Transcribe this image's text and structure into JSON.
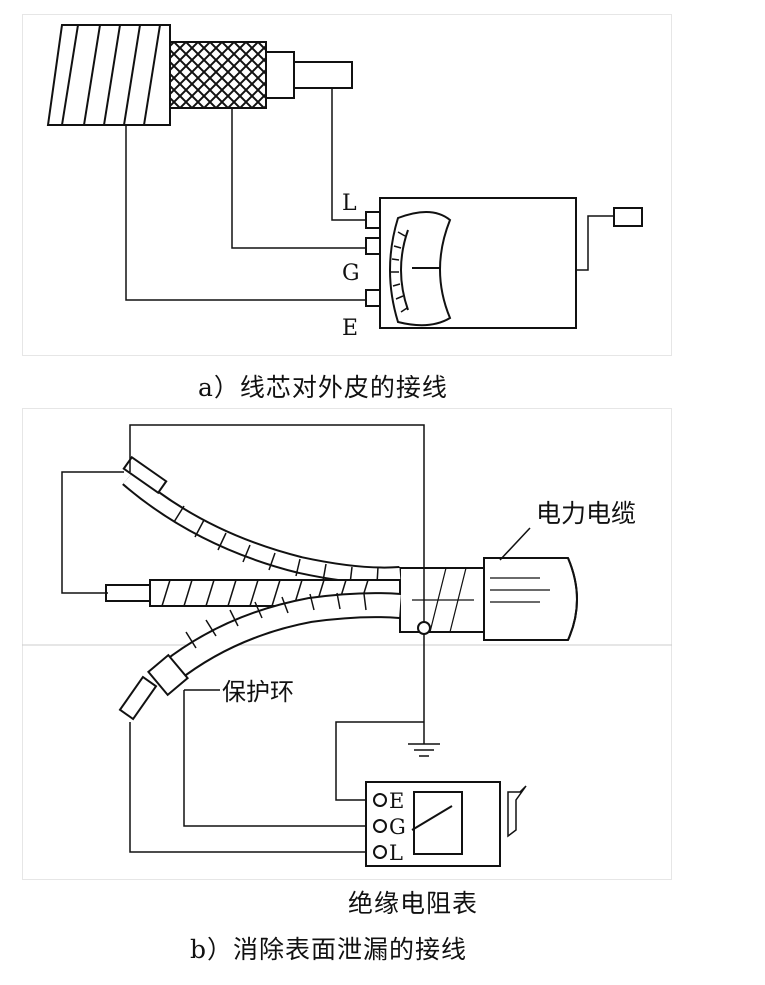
{
  "figure_a": {
    "labels": {
      "terminal_l": "L",
      "terminal_g": "G",
      "terminal_e": "E"
    },
    "caption": "a）线芯对外皮的接线"
  },
  "figure_b": {
    "labels": {
      "power_cable": "电力电缆",
      "guard_ring": "保护环",
      "terminal_e": "E",
      "terminal_g": "G",
      "terminal_l": "L",
      "megger": "绝缘电阻表"
    },
    "caption": "b）消除表面泄漏的接线"
  }
}
